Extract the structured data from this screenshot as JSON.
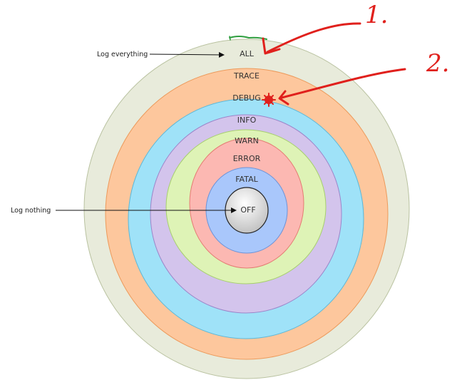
{
  "levels": [
    {
      "label": "ALL",
      "fill": "#e8ebdb",
      "stroke": "#b9c2a0"
    },
    {
      "label": "TRACE",
      "fill": "#fdc79d",
      "stroke": "#ec9a5b"
    },
    {
      "label": "DEBUG",
      "fill": "#9fe2f8",
      "stroke": "#5cb8d8"
    },
    {
      "label": "INFO",
      "fill": "#d3c4ec",
      "stroke": "#9c85c9"
    },
    {
      "label": "WARN",
      "fill": "#def3b6",
      "stroke": "#a7cf6e"
    },
    {
      "label": "ERROR",
      "fill": "#fcb8b2",
      "stroke": "#e47b72"
    },
    {
      "label": "FATAL",
      "fill": "#a9c7fb",
      "stroke": "#6b93d8"
    },
    {
      "label": "OFF",
      "fill": "#d9d9d9",
      "stroke": "#222222"
    }
  ],
  "annotations": {
    "log_everything": "Log everything",
    "log_nothing": "Log nothing",
    "mark_1": "1.",
    "mark_2": "2."
  },
  "colors": {
    "annotation_red": "#e0201c",
    "top_green_mark": "#2e9e3e"
  }
}
